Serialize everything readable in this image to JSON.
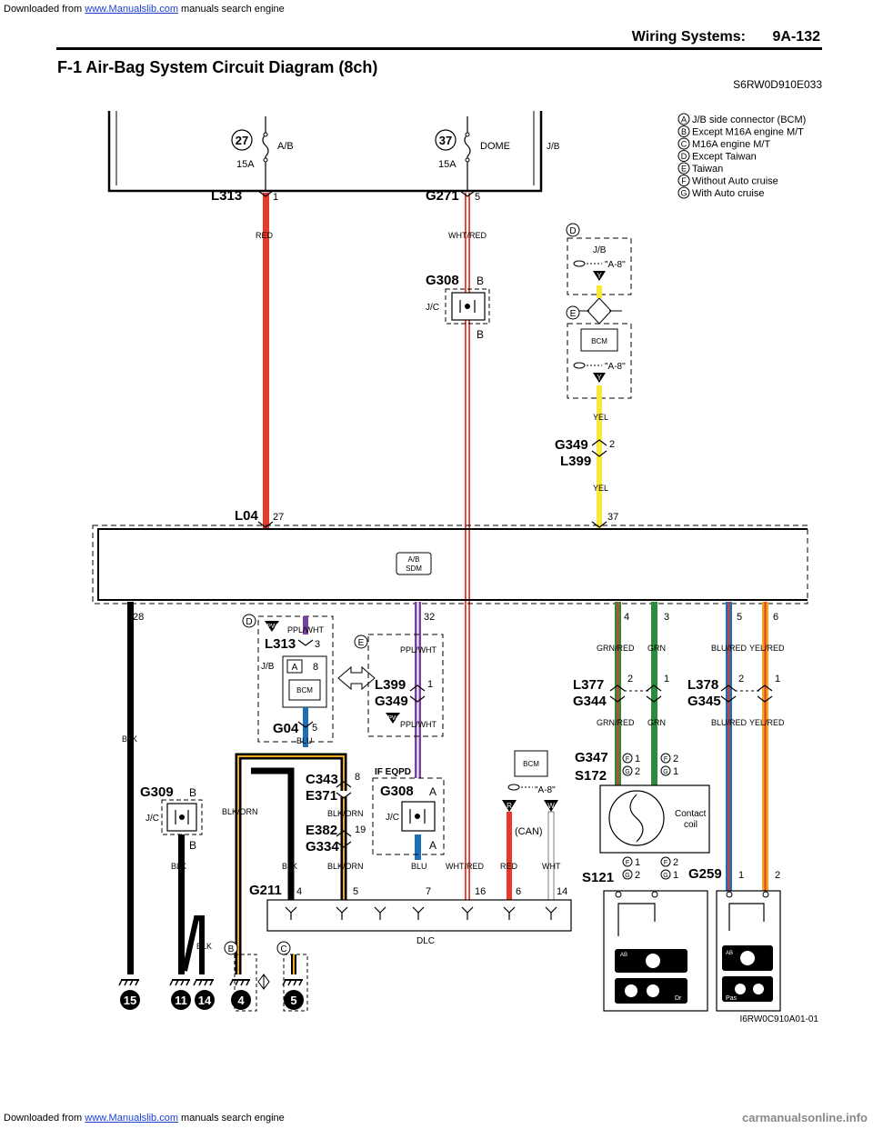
{
  "header": {
    "download_prefix": "Downloaded from",
    "download_link": "www.Manualslib.com",
    "download_suffix": "manuals search engine",
    "section": "Wiring Systems:",
    "page": "9A-132"
  },
  "title": "F-1 Air-Bag System Circuit Diagram (8ch)",
  "doc_code": "S6RW0D910E033",
  "figure_code": "I6RW0C910A01-01",
  "footer_watermark": "carmanualsonline.info",
  "legend": [
    {
      "key": "A",
      "text": "J/B side connector (BCM)"
    },
    {
      "key": "B",
      "text": "Except M16A engine M/T"
    },
    {
      "key": "C",
      "text": "M16A engine M/T"
    },
    {
      "key": "D",
      "text": "Except Taiwan"
    },
    {
      "key": "E",
      "text": "Taiwan"
    },
    {
      "key": "F",
      "text": "Without Auto cruise"
    },
    {
      "key": "G",
      "text": "With Auto cruise"
    }
  ],
  "labels": {
    "fuse27": "27",
    "fuse27_amp": "15A",
    "fuse27_name": "A/B",
    "fuse37": "37",
    "fuse37_amp": "15A",
    "fuse37_name": "DOME",
    "jb": "J/B",
    "jc": "J/C",
    "L313": "L313",
    "one": "1",
    "G271": "G271",
    "five": "5",
    "RED": "RED",
    "WHTRED": "WHT/RED",
    "YEL": "YEL",
    "BLK": "BLK",
    "G308": "G308",
    "B": "B",
    "A": "A",
    "Y": "Y",
    "A8": "\"A-8\"",
    "BCM": "BCM",
    "G349": "G349",
    "L399": "L399",
    "two": "2",
    "L04": "L04",
    "n27": "27",
    "n37": "37",
    "AB": "A/B",
    "SDM": "SDM",
    "n28": "28",
    "n32": "32",
    "n4": "4",
    "n3": "3",
    "n5": "5",
    "n6": "6",
    "n8": "8",
    "n7": "7",
    "n16": "16",
    "n14": "14",
    "n19": "19",
    "PW": "PW",
    "PPLWHT": "PPL/WHT",
    "three": "3",
    "eight": "8",
    "G04": "G04",
    "BLU": "BLU",
    "GRNRED": "GRN/RED",
    "GRN": "GRN",
    "BLURED": "BLU/RED",
    "YELRED": "YEL/RED",
    "L377": "L377",
    "G344": "G344",
    "L378": "L378",
    "G345": "G345",
    "G347": "G347",
    "S172": "S172",
    "S121": "S121",
    "G259": "G259",
    "contact_coil": "Contact",
    "contact_coil2": "coil",
    "G309": "G309",
    "BLKORN": "BLK/ORN",
    "C343": "C343",
    "E371": "E371",
    "E382": "E382",
    "G334": "G334",
    "IFEQPD": "IF EQPD",
    "R": "R",
    "W": "W",
    "CAN": "(CAN)",
    "WHT": "WHT",
    "G211": "G211",
    "DLC": "DLC",
    "g15": "15",
    "g11": "11",
    "g14": "14",
    "g4": "4",
    "g5": "5",
    "Dr": "Dr",
    "Pas": "Pas"
  }
}
